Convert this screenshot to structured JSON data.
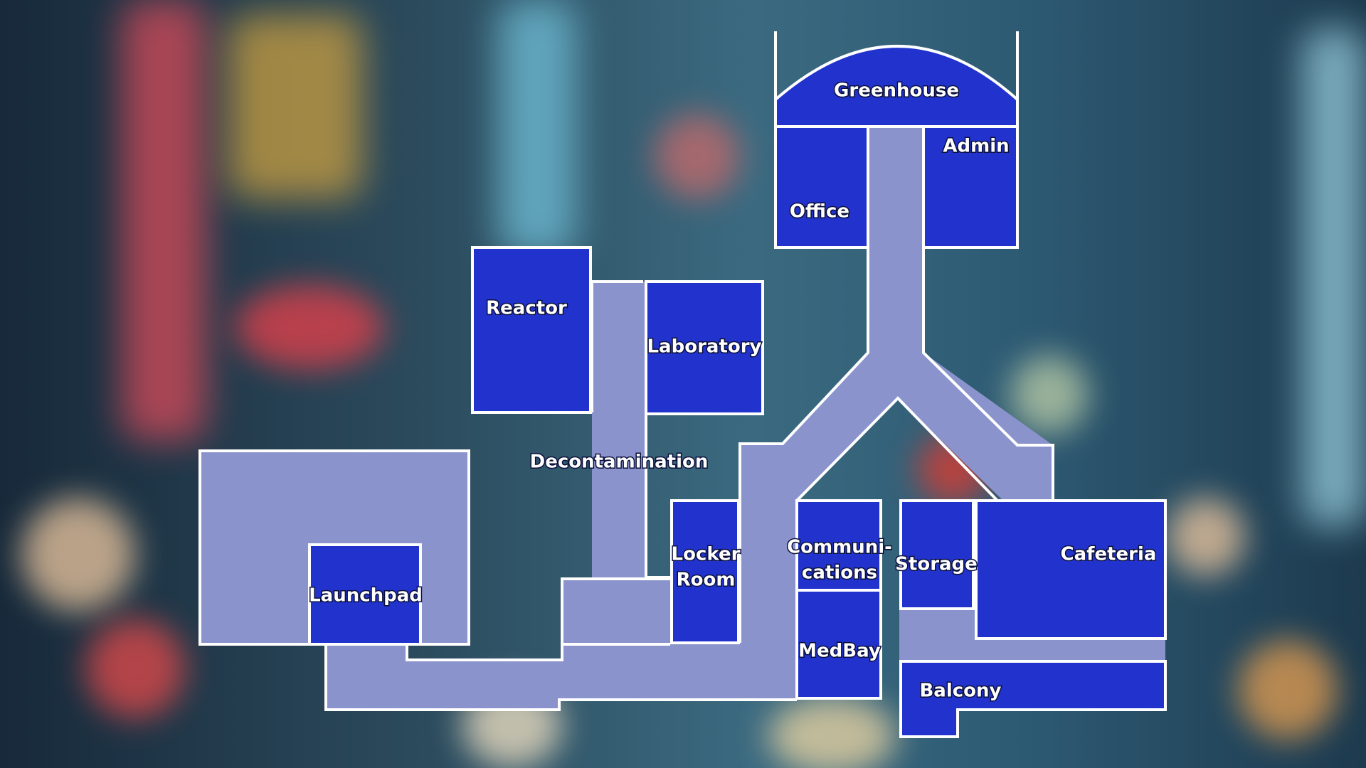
{
  "map": {
    "rooms": {
      "greenhouse": "Greenhouse",
      "admin": "Admin",
      "office": "Office",
      "reactor": "Reactor",
      "laboratory": "Laboratory",
      "decontamination": "Decontamination",
      "launchpad": "Launchpad",
      "locker_room_line1": "Locker",
      "locker_room_line2": "Room",
      "communications_line1": "Communi-",
      "communications_line2": "cations",
      "medbay": "MedBay",
      "storage": "Storage",
      "cafeteria": "Cafeteria",
      "balcony": "Balcony"
    },
    "colors": {
      "room": "#2133cc",
      "hallway": "#8a93cc",
      "wall": "#ffffff"
    }
  }
}
